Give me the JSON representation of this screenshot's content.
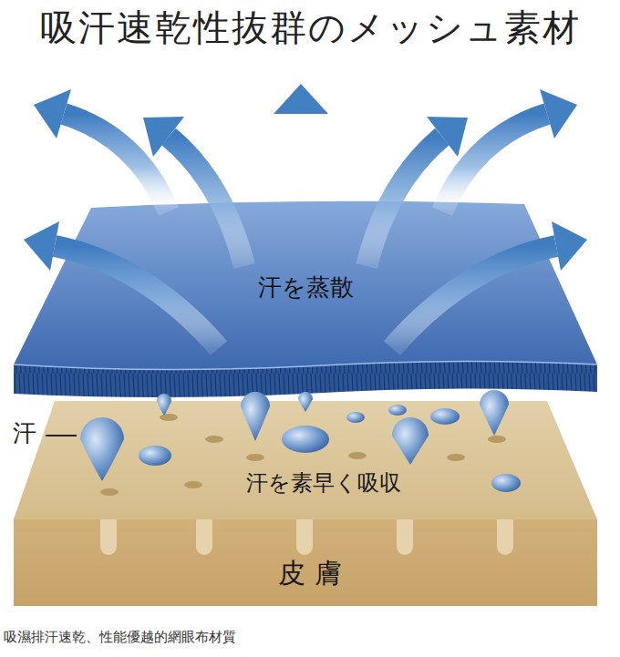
{
  "diagram": {
    "title": "吸汗速乾性抜群のメッシュ素材",
    "caption": "吸濕排汗速乾、性能優越的網眼布材質",
    "nodes": [
      {
        "text": [
          "汗を蒸散"
        ]
      },
      {
        "text": [
          "汗を素早く吸収",
          "皮 膚"
        ]
      }
    ],
    "labels": [
      "汗"
    ]
  }
}
